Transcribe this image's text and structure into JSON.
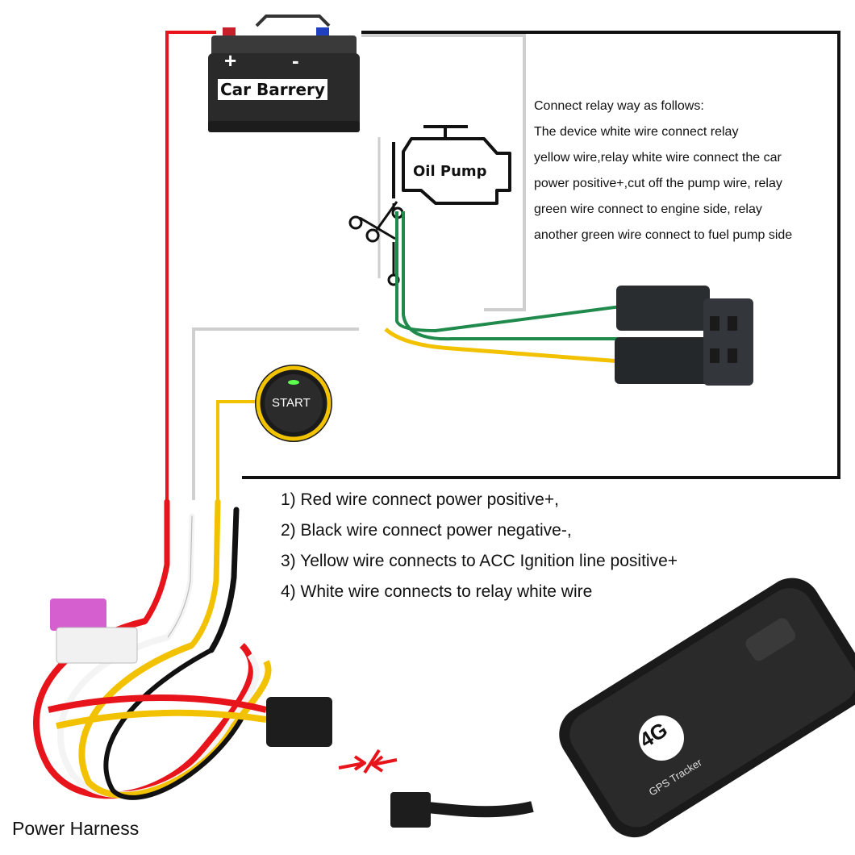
{
  "battery": {
    "label": "Car Barrery",
    "plus": "+",
    "minus": "-"
  },
  "pump": {
    "label": "Oil Pump"
  },
  "start_button": {
    "label": "START"
  },
  "relay_instructions": [
    "Connect relay way as follows:",
    "The device white wire connect relay",
    "yellow wire,relay white wire connect the car",
    "power positive+,cut off the pump wire, relay",
    "green wire connect to engine side, relay",
    "another green wire connect to fuel pump side"
  ],
  "wire_steps": [
    "1) Red wire connect power positive+,",
    "2) Black wire connect power negative-,",
    "3) Yellow wire connects to ACC Ignition line positive+",
    "4) White wire connects to relay white wire"
  ],
  "tracker": {
    "badge": "4G",
    "label": "GPS Tracker"
  },
  "harness": {
    "label": "Power Harness"
  },
  "colors": {
    "red_wire": "#e8141c",
    "black_wire": "#111111",
    "white_wire": "#c8c8c8",
    "yellow_wire": "#f2c200",
    "green_wire": "#1f8a4c"
  },
  "icons": [
    "car-battery-icon",
    "oil-pump-engine-icon",
    "scissors-icon",
    "relay-icon",
    "start-button-icon",
    "gps-tracker-icon",
    "power-harness-icon",
    "connector-arrow-icon"
  ]
}
